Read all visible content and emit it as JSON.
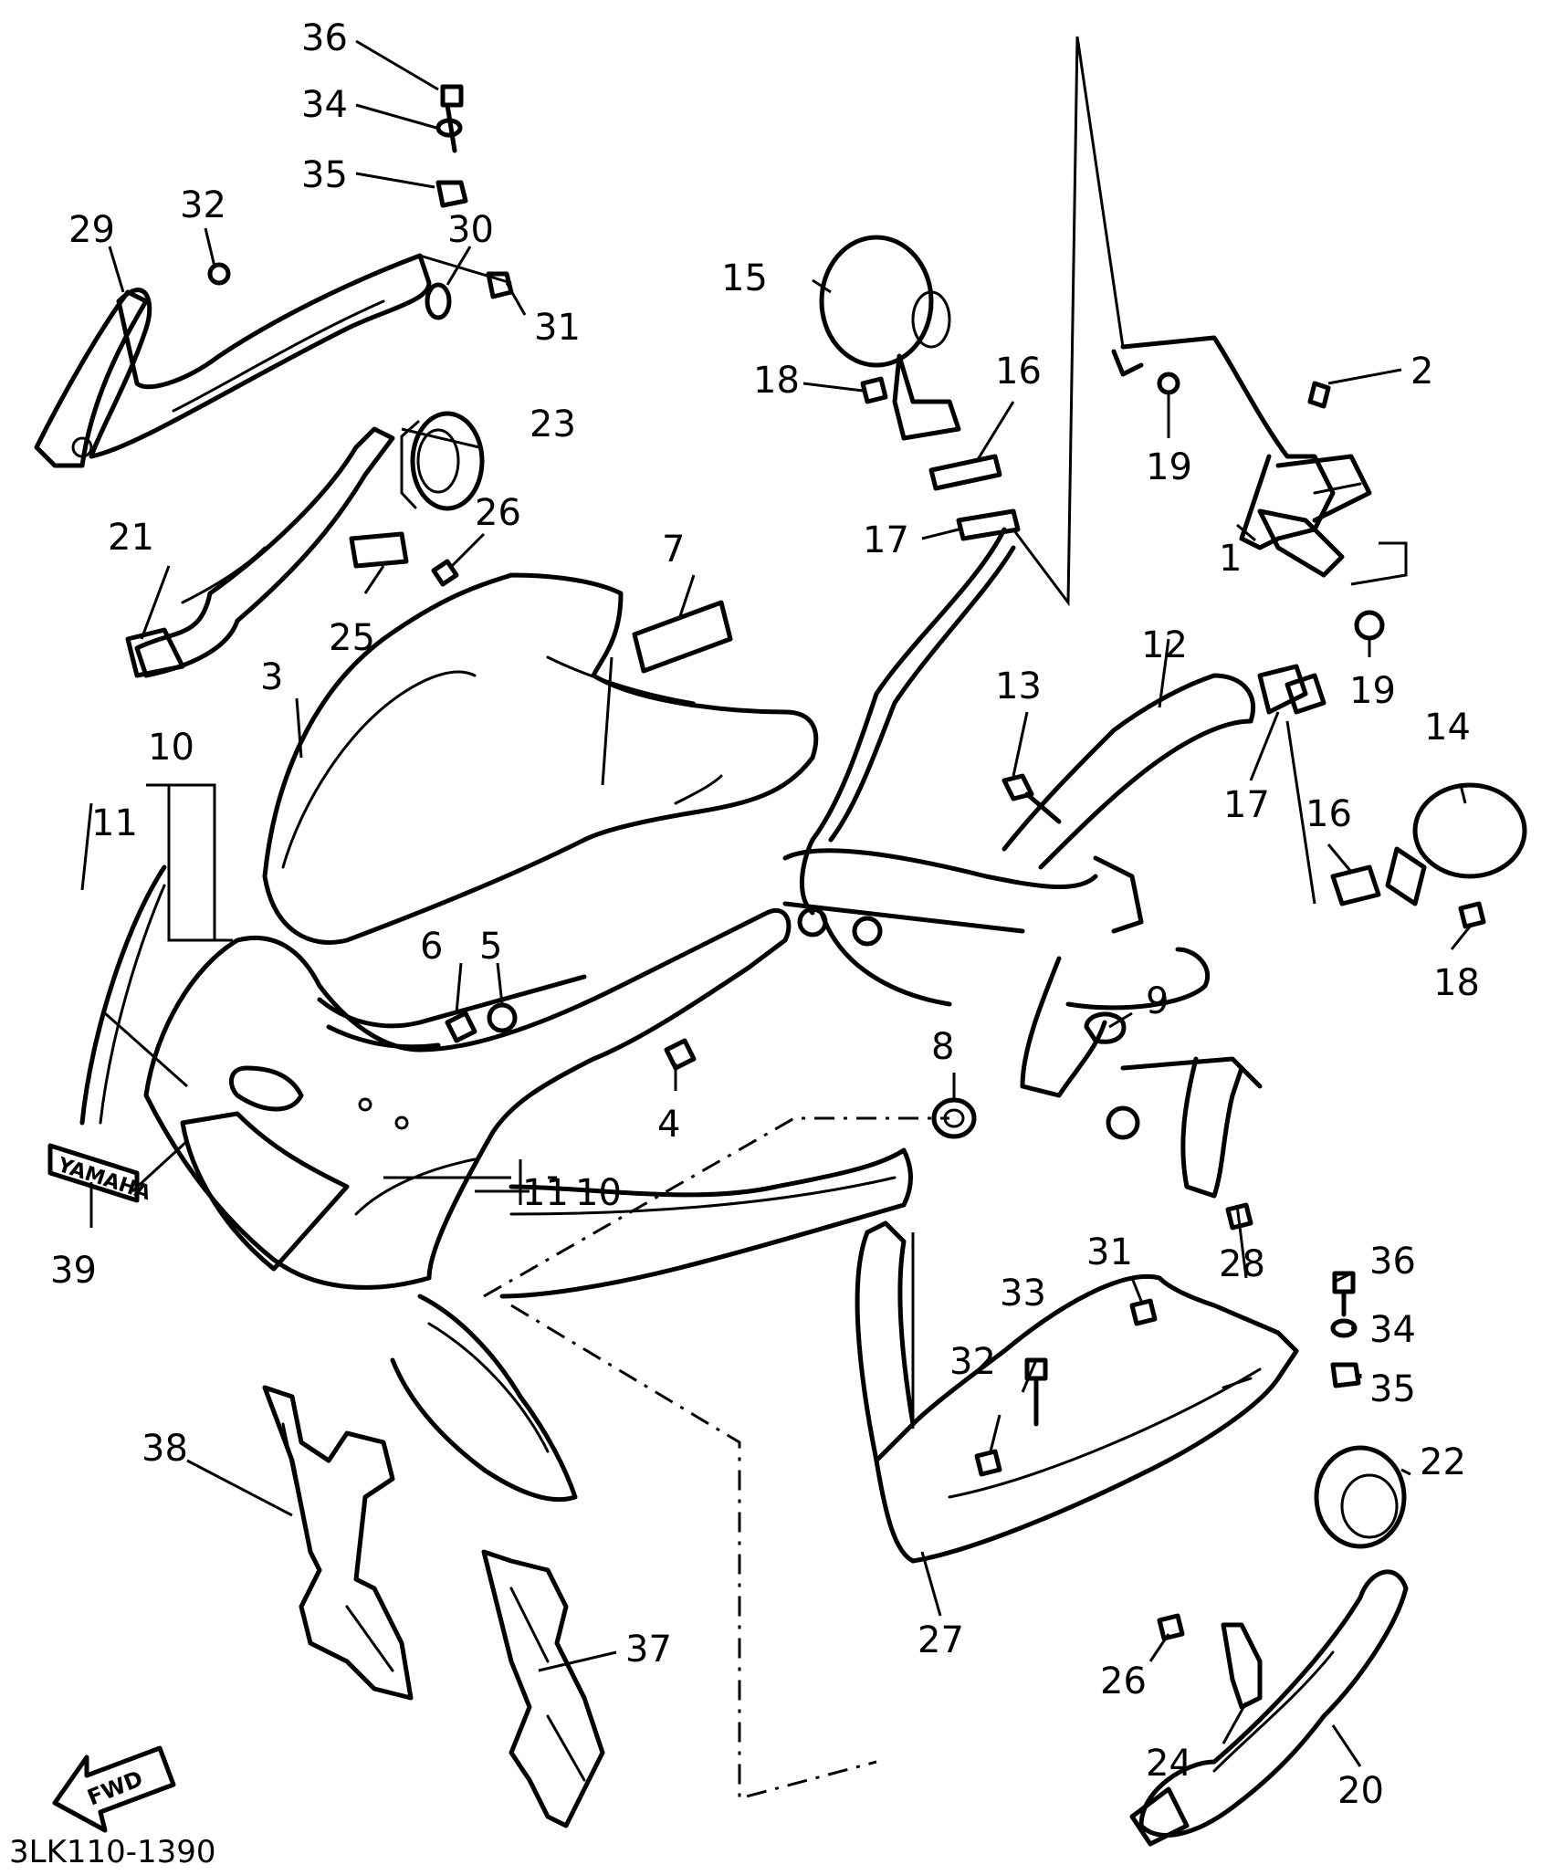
{
  "diagram_code": "3LK110-1390",
  "brand_plate_text": "YAMAHA",
  "fwd_arrow_text": "FWD",
  "callouts": {
    "c1": "1",
    "c2": "2",
    "c3": "3",
    "c4": "4",
    "c5": "5",
    "c6": "6",
    "c7": "7",
    "c8": "8",
    "c9": "9",
    "c10a": "10",
    "c10b": "10",
    "c11a": "11",
    "c11b": "11",
    "c12": "12",
    "c13": "13",
    "c14": "14",
    "c15": "15",
    "c16a": "16",
    "c16b": "16",
    "c17a": "17",
    "c17b": "17",
    "c18a": "18",
    "c18b": "18",
    "c19a": "19",
    "c19b": "19",
    "c20": "20",
    "c21": "21",
    "c22": "22",
    "c23": "23",
    "c24": "24",
    "c25": "25",
    "c26a": "26",
    "c26b": "26",
    "c27": "27",
    "c28": "28",
    "c29": "29",
    "c30": "30",
    "c31a": "31",
    "c31b": "31",
    "c32a": "32",
    "c32b": "32",
    "c33": "33",
    "c34a": "34",
    "c34b": "34",
    "c35a": "35",
    "c35b": "35",
    "c36a": "36",
    "c36b": "36",
    "c37": "37",
    "c38": "38",
    "c39": "39"
  }
}
